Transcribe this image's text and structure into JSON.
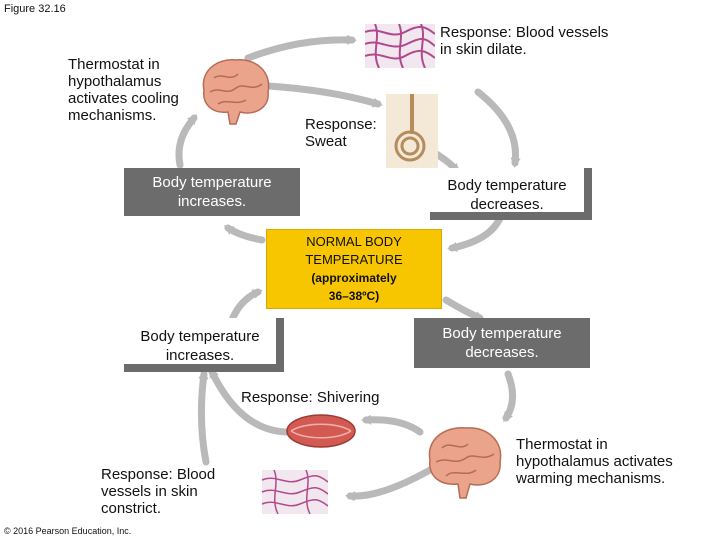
{
  "figure_label": "Figure 32.16",
  "copyright": "© 2016 Pearson Education, Inc.",
  "center": {
    "line1": "NORMAL BODY",
    "line2": "TEMPERATURE",
    "line3": "(approximately",
    "line4": "36–38ºC)"
  },
  "top_cycle": {
    "thermostat": "Thermostat in hypothalamus activates cooling mechanisms.",
    "response_vessels": "Response: Blood vessels in skin dilate.",
    "response_sweat": "Response: Sweat",
    "stimulus": "Body temperature increases.",
    "result": "Body temperature decreases."
  },
  "bottom_cycle": {
    "stimulus": "Body temperature decreases.",
    "result": "Body temperature increases.",
    "response_shivering": "Response: Shivering",
    "response_vessels": "Response: Blood vessels in skin constrict.",
    "thermostat": "Thermostat in hypothalamus activates warming mechanisms."
  },
  "colors": {
    "center_fill": "#f7c600",
    "box_gray": "#6c6c6c",
    "arrow": "#b9b9b9"
  },
  "icons": [
    "brain-icon",
    "blood-vessels-icon",
    "sweat-gland-icon",
    "muscle-icon"
  ]
}
